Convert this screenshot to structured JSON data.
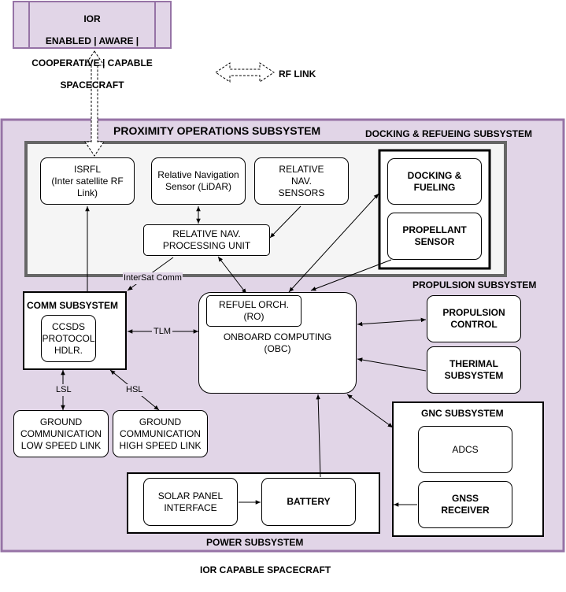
{
  "ior_box": {
    "line1": "IOR",
    "line2": "ENABLED | AWARE |",
    "line3": "COOPERATIVE | CAPABLE",
    "line4": "SPACECRAFT"
  },
  "rf_link_label": "RF LINK",
  "prox_ops_title": "PROXIMITY OPERATIONS SUBSYSTEM",
  "docking_refuel_title": "DOCKING & REFUEING SUBSYSTEM",
  "propulsion_title": "PROPULSION SUBSYSTEM",
  "power_title": "POWER SUBSYSTEM",
  "spacecraft_title": "IOR CAPABLE SPACECRAFT",
  "comm_title": "COMM SUBSYSTEM",
  "gnc_title": "GNC SUBSYSTEM",
  "nodes": {
    "isrfl": "ISRFL\n(Inter satellite RF\nLink)",
    "rel_nav_lidar": "Relative Navigation\nSensor (LiDAR)",
    "rel_nav_sensors": "RELATIVE\nNAV.\nSENSORS",
    "rel_nav_pu": "RELATIVE NAV.\nPROCESSING UNIT",
    "docking_fueling": "DOCKING &\nFUELING",
    "propellant_sensor": "PROPELLANT\nSENSOR",
    "ccsds": "CCSDS\nPROTOCOL\nHDLR.",
    "refuel_orch": "REFUEL ORCH.\n(RO)",
    "obc": "ONBOARD COMPUTING\n(OBC)",
    "prop_control": "PROPULSION\nCONTROL",
    "thermal": "THERIMAL\nSUBSYSTEM",
    "gnd_low": "GROUND\nCOMMUNICATION\nLOW SPEED LINK",
    "gnd_high": "GROUND\nCOMMUNICATION\nHIGH SPEED LINK",
    "adcs": "ADCS",
    "gnss": "GNSS\nRECEIVER",
    "solar": "SOLAR PANEL\nINTERFACE",
    "battery": "BATTERY"
  },
  "edge_labels": {
    "intersat": "InterSat Comm",
    "tlm": "TLM",
    "lsl": "LSL",
    "hsl": "HSL"
  },
  "colors": {
    "purple_fill": "#e1d5e7",
    "purple_stroke": "#9673a6",
    "docking_fill": "#f5f5f5",
    "docking_stroke": "#666666"
  }
}
